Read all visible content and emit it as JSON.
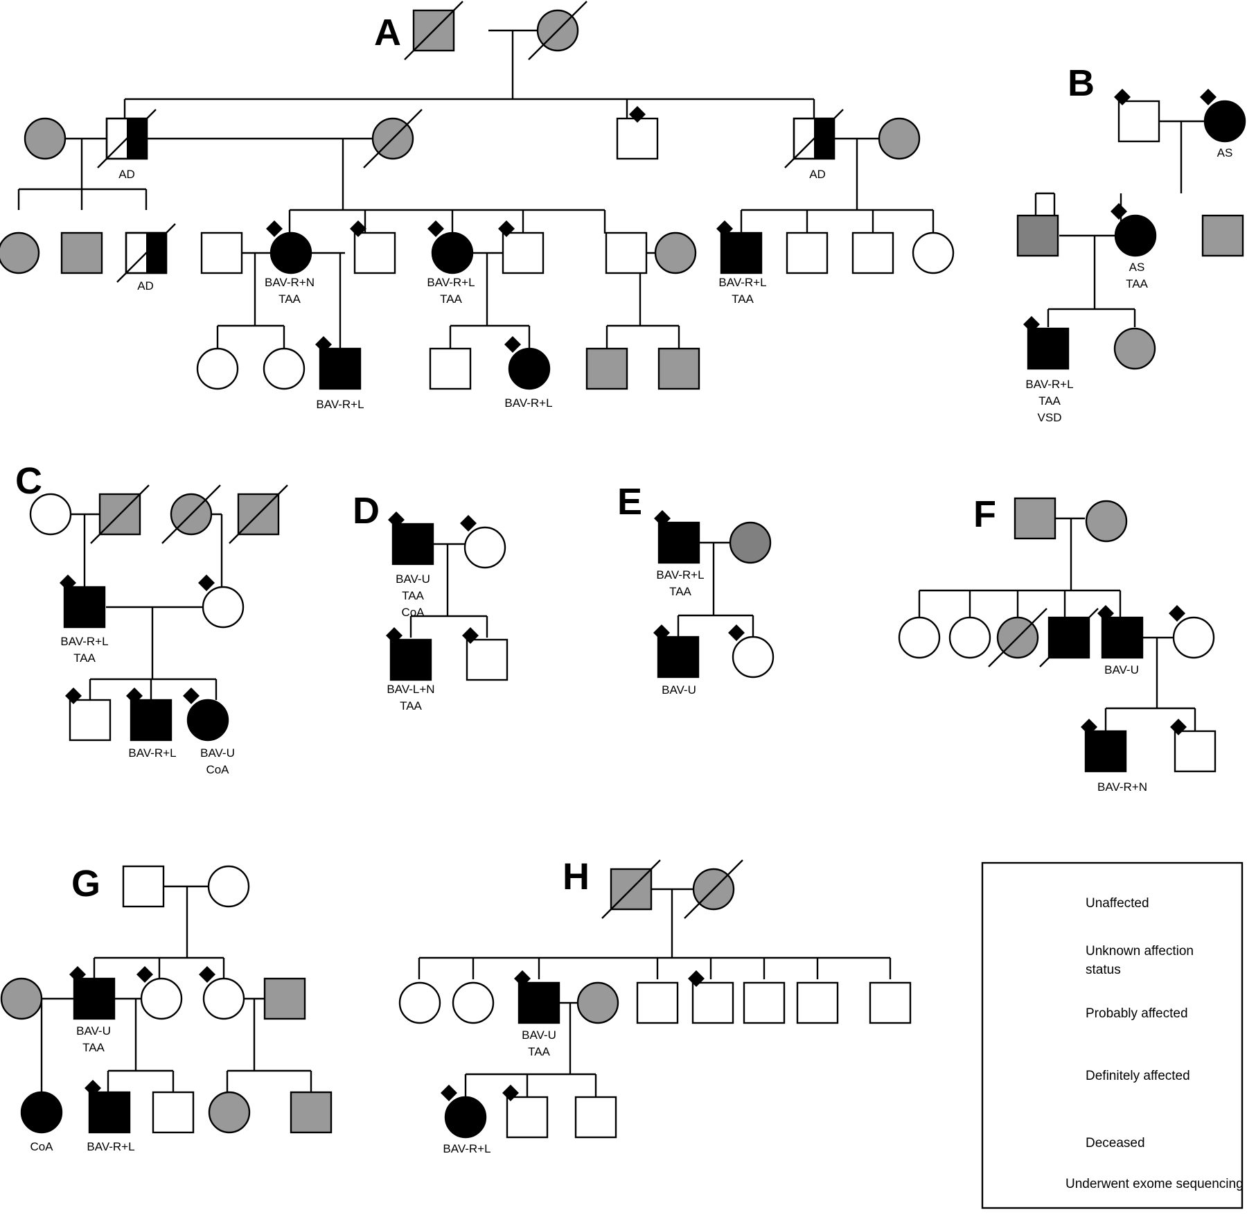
{
  "colors": {
    "unaffected": "#ffffff",
    "unknown": "#999999",
    "unknown_dark": "#808080",
    "affected": "#000000",
    "line": "#000000"
  },
  "panels": [
    "A",
    "B",
    "C",
    "D",
    "E",
    "F",
    "G",
    "H"
  ],
  "legend": {
    "unaffected": "Unaffected",
    "unknown_1": "Unknown affection",
    "unknown_2": "status",
    "probably": "Probably affected",
    "definitely": "Definitely affected",
    "deceased": "Deceased",
    "exome": "Underwent exome sequencing"
  },
  "labels": {
    "a1": [
      "AD"
    ],
    "a2": [
      "AD"
    ],
    "a3": [
      "AD"
    ],
    "a4": [
      "BAV-R+N",
      "TAA"
    ],
    "a5": [
      "BAV-R+L",
      "TAA"
    ],
    "a6": [
      "BAV-R+L",
      "TAA"
    ],
    "a7": [
      "BAV-R+L"
    ],
    "a8": [
      "BAV-R+L"
    ],
    "b1": [
      "AS"
    ],
    "b2": [
      "AS",
      "TAA"
    ],
    "b3": [
      "BAV-R+L",
      "TAA",
      "VSD"
    ],
    "c1": [
      "BAV-R+L",
      "TAA"
    ],
    "c2": [
      "BAV-R+L"
    ],
    "c3": [
      "BAV-U",
      "CoA"
    ],
    "d1": [
      "BAV-U",
      "TAA",
      "CoA"
    ],
    "d2": [
      "BAV-L+N",
      "TAA"
    ],
    "e1": [
      "BAV-R+L",
      "TAA"
    ],
    "e2": [
      "BAV-U"
    ],
    "f1": [
      "BAV-U"
    ],
    "f2": [
      "BAV-R+N"
    ],
    "g1": [
      "BAV-U",
      "TAA"
    ],
    "g2": [
      "CoA"
    ],
    "g3": [
      "BAV-R+L"
    ],
    "h1": [
      "BAV-U",
      "TAA"
    ],
    "h2": [
      "BAV-R+L"
    ]
  }
}
